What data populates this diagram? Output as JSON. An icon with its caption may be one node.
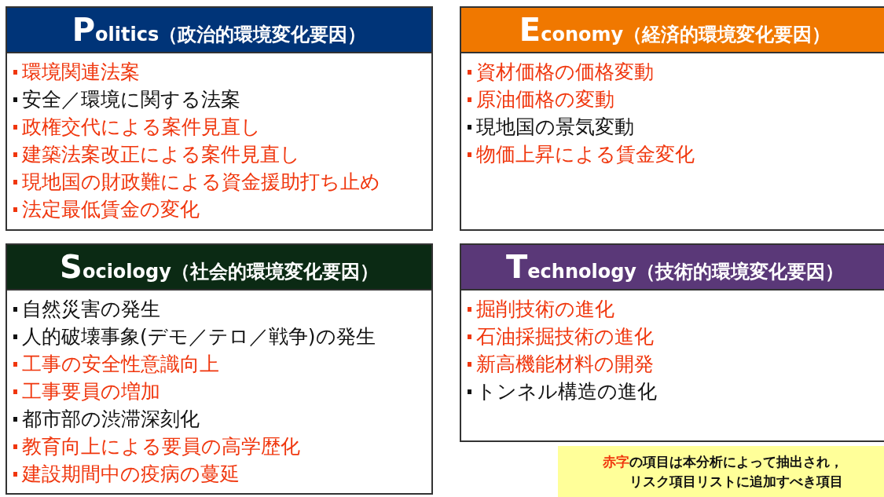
{
  "diagram": {
    "nodes": [
      {
        "text": [
          "Politics（政治的環境変化要因）",
          "環境関連法案",
          "安全／環境に関する法案",
          "政権交代による案件見直し",
          "建築法案改正による案件見直し",
          "現地国の財政難による資金援助打ち止め",
          "法定最低賃金の変化"
        ]
      },
      {
        "text": [
          "Economy（経済的環境変化要因）",
          "資材価格の価格変動",
          "原油価格の変動",
          "現地国の景気変動",
          "物価上昇による賃金変化"
        ]
      },
      {
        "text": [
          "Sociology（社会的環境変化要因）",
          "自然災害の発生",
          "人的破壊事象(デモ／テロ／戦争)の発生",
          "工事の安全性意識向上",
          "工事要員の増加",
          "都市部の渋滞深刻化",
          "教育向上による要員の高学歴化",
          "建設期間中の疫病の蔓延"
        ]
      },
      {
        "text": [
          "Technology（技術的環境変化要因）",
          "掘削技術の進化",
          "石油採掘技術の進化",
          "新高機能材料の開発",
          "トンネル構造の進化"
        ]
      },
      {
        "text": [
          "**赤字**の項目は本分析によって抽出され，リスク項目リストに追加すべき項目"
        ]
      }
    ]
  }
}
